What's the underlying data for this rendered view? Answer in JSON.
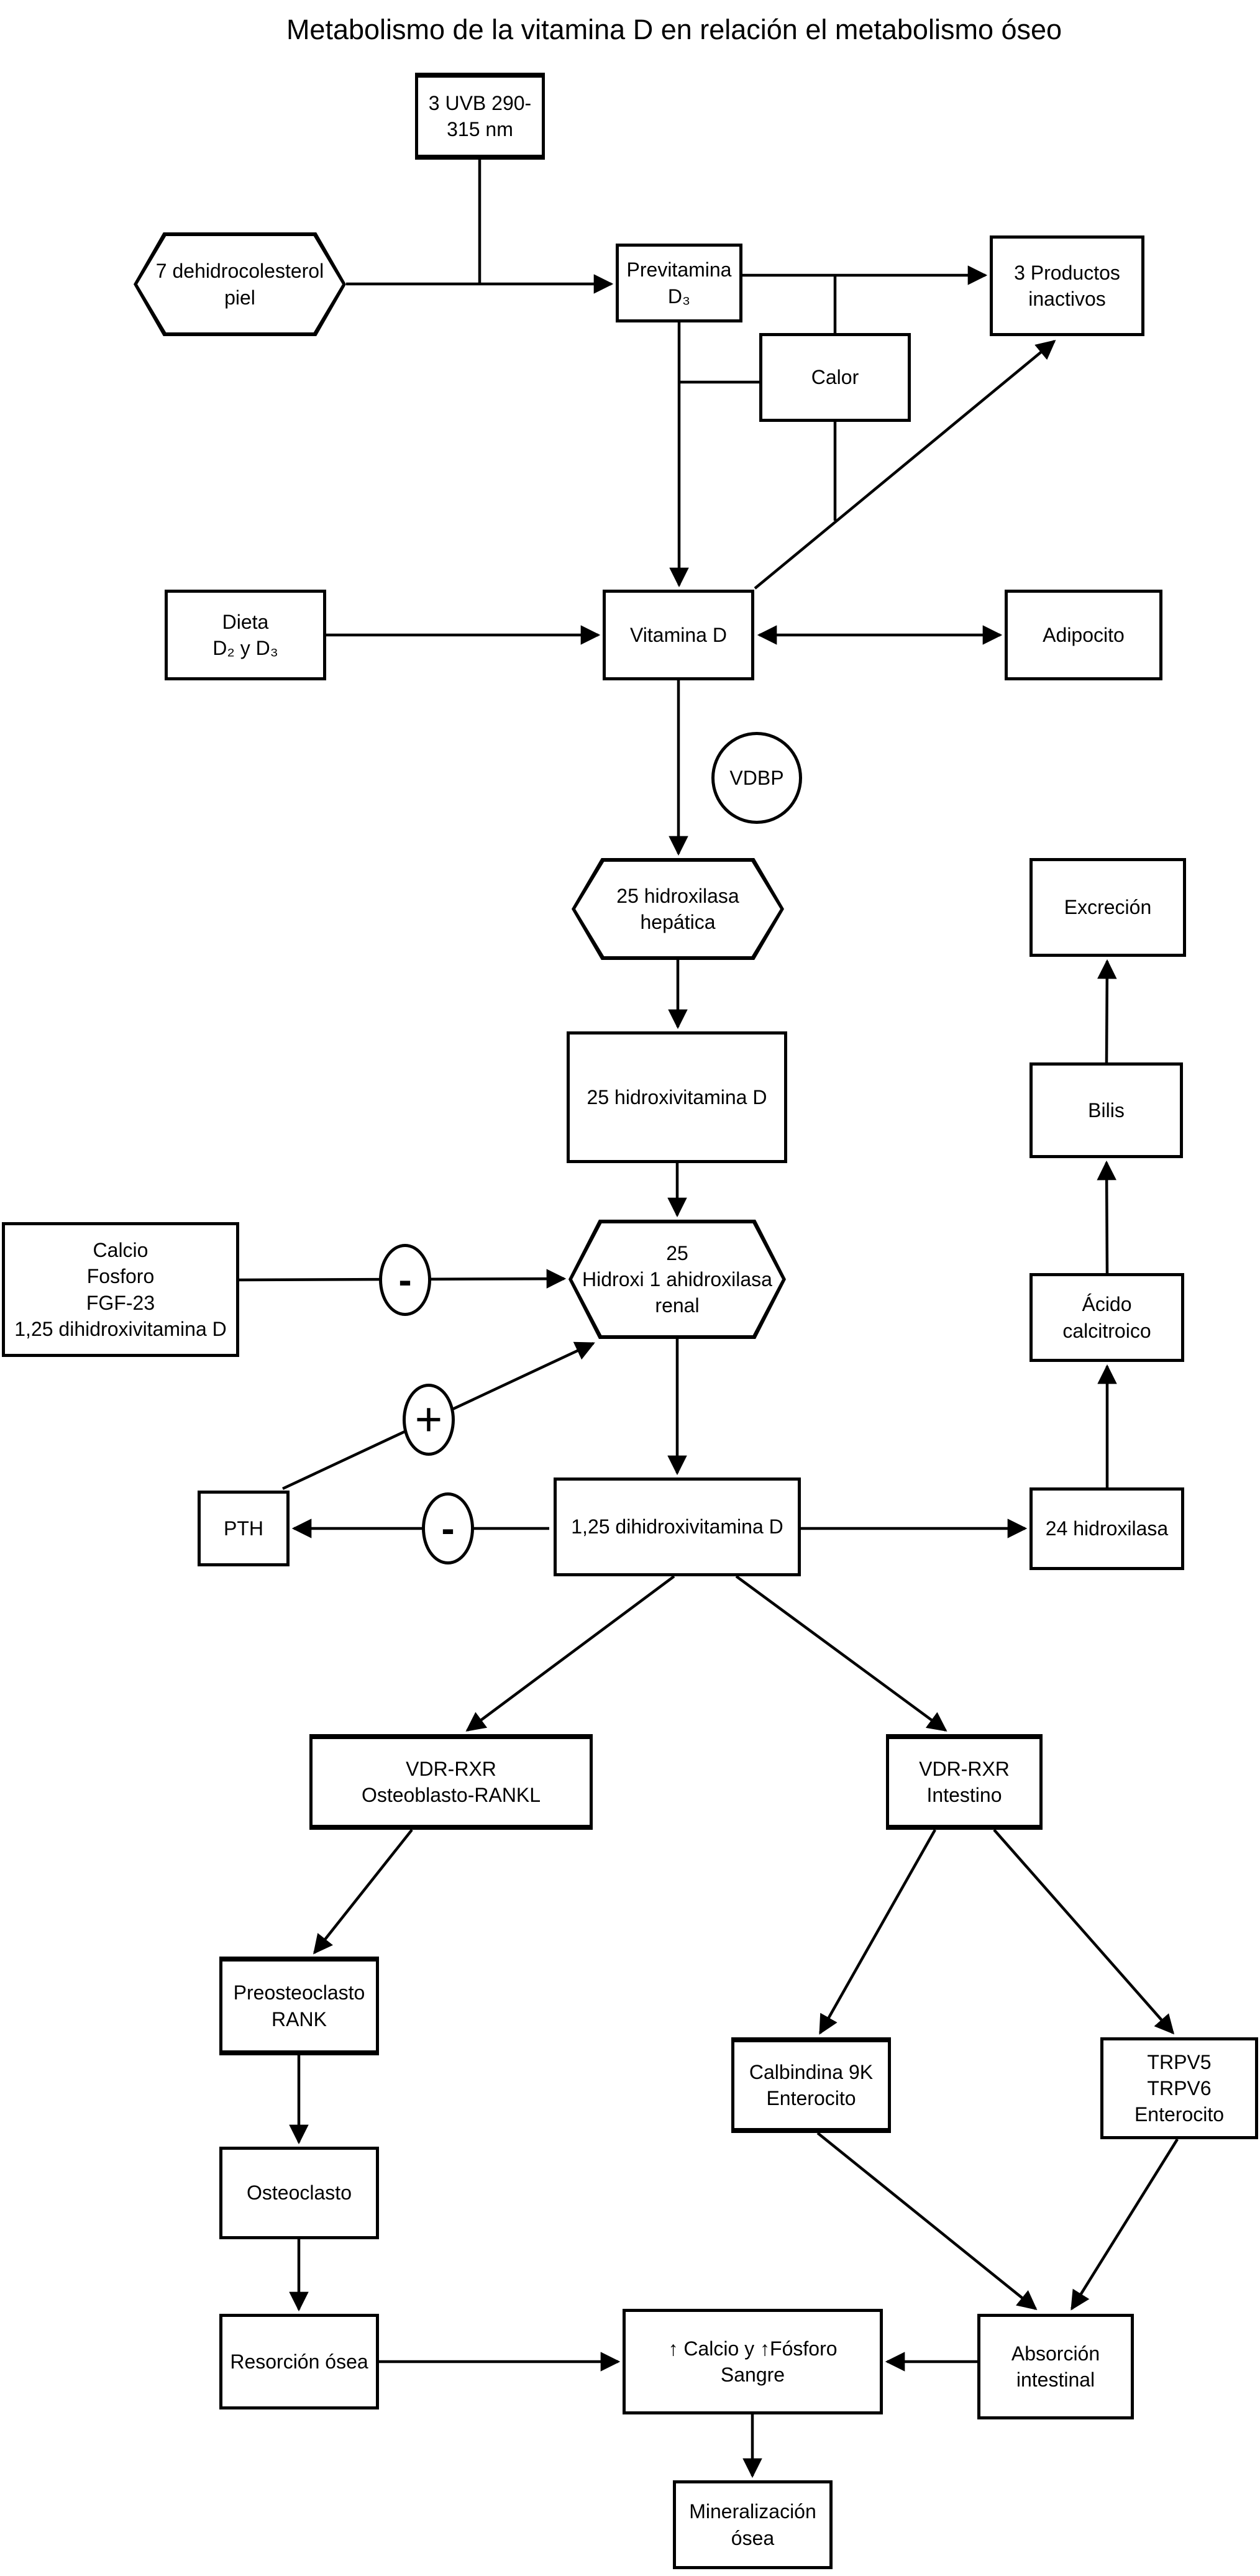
{
  "title": "Metabolismo de la vitamina D en relación el metabolismo óseo",
  "nodes": {
    "uvb": {
      "label": "3 UVB 290-\n315 nm"
    },
    "dehidrocolesterol": {
      "label": "7 dehidrocolesterol\npiel"
    },
    "previtamina": {
      "label": "Previtamina\nD₃"
    },
    "productos_inactivos": {
      "label": "3 Productos\ninactivos"
    },
    "calor": {
      "label": "Calor"
    },
    "dieta": {
      "label": "Dieta\nD₂ y D₃"
    },
    "vitamina_d": {
      "label": "Vitamina D"
    },
    "adipocito": {
      "label": "Adipocito"
    },
    "vdbp": {
      "label": "VDBP"
    },
    "hidroxilasa_hepatica": {
      "label": "25 hidroxilasa\nhepática"
    },
    "excrecion": {
      "label": "Excreción"
    },
    "hidroxivitamina_25": {
      "label": "25 hidroxivitamina D"
    },
    "bilis": {
      "label": "Bilis"
    },
    "reguladores": {
      "label": "Calcio\nFosforo\nFGF-23\n1,25 dihidroxivitamina D"
    },
    "hidroxilasa_renal": {
      "label": "25\nHidroxi 1 ahidroxilasa\nrenal"
    },
    "acido_calcitroico": {
      "label": "Ácido\ncalcitroico"
    },
    "pth": {
      "label": "PTH"
    },
    "dihidroxivitamina_125": {
      "label": "1,25 dihidroxivitamina D"
    },
    "hidroxilasa_24": {
      "label": "24 hidroxilasa"
    },
    "vdr_rxr_osteoblasto": {
      "label": "VDR-RXR\nOsteoblasto-RANKL"
    },
    "vdr_rxr_intestino": {
      "label": "VDR-RXR\nIntestino"
    },
    "preosteoclasto": {
      "label": "Preosteoclasto\nRANK"
    },
    "calbindina": {
      "label": "Calbindina 9K\nEnterocito"
    },
    "trpv": {
      "label": "TRPV5\nTRPV6\nEnterocito"
    },
    "osteoclasto": {
      "label": "Osteoclasto"
    },
    "resorcion": {
      "label": "Resorción ósea"
    },
    "calcio_fosforo_sangre": {
      "label": "↑ Calcio y ↑Fósforo\nSangre"
    },
    "absorcion_intestinal": {
      "label": "Absorción\nintestinal"
    },
    "mineralizacion": {
      "label": "Mineralización\nósea"
    }
  },
  "signs": {
    "minus_reguladores": "-",
    "plus_pth": "+",
    "minus_pth": "-"
  },
  "colors": {
    "line": "#000000",
    "background": "#ffffff"
  }
}
